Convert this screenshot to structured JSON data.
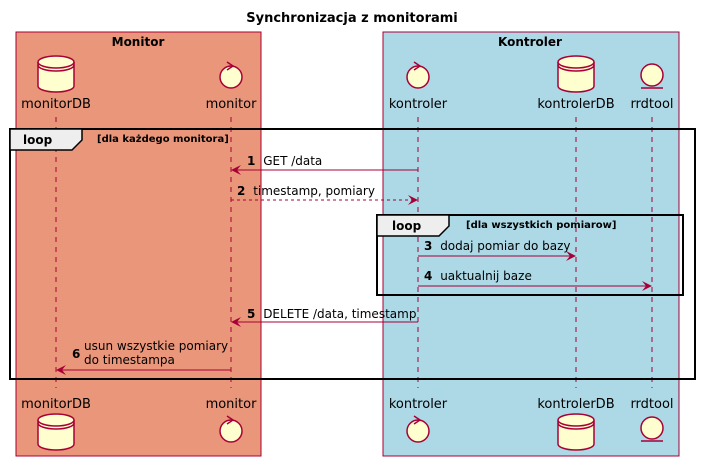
{
  "title": "Synchronizacja z monitorami",
  "colors": {
    "monitor_box": "#E9967A",
    "kontroler_box": "#ADD8E6",
    "actor_fill": "#FEFECE",
    "arrow": "#A80036",
    "border": "#A80036",
    "frame": "#000000",
    "frame_label_bg": "#EEEEEE"
  },
  "boxes": {
    "monitor": "Monitor",
    "kontroler": "Kontroler"
  },
  "participants": {
    "monitorDB": {
      "label": "monitorDB",
      "shape": "database-icon"
    },
    "monitor": {
      "label": "monitor",
      "shape": "control-icon"
    },
    "kontroler": {
      "label": "kontroler",
      "shape": "control-icon"
    },
    "kontrolerDB": {
      "label": "kontrolerDB",
      "shape": "database-icon"
    },
    "rrdtool": {
      "label": "rrdtool",
      "shape": "entity-icon"
    }
  },
  "loops": {
    "outer": {
      "keyword": "loop",
      "condition": "[dla każdego monitora]"
    },
    "inner": {
      "keyword": "loop",
      "condition": "[dla wszystkich pomiarow]"
    }
  },
  "messages": [
    {
      "num": "1",
      "text": "GET /data",
      "from": "kontroler",
      "to": "monitor",
      "style": "solid"
    },
    {
      "num": "2",
      "text": "timestamp, pomiary",
      "from": "monitor",
      "to": "kontroler",
      "style": "dashed"
    },
    {
      "num": "3",
      "text": "dodaj pomiar do bazy",
      "from": "kontroler",
      "to": "kontrolerDB",
      "style": "solid"
    },
    {
      "num": "4",
      "text": "uaktualnij baze",
      "from": "kontroler",
      "to": "rrdtool",
      "style": "solid"
    },
    {
      "num": "5",
      "text": "DELETE /data, timestamp",
      "from": "kontroler",
      "to": "monitor",
      "style": "solid"
    },
    {
      "num": "6",
      "text_line1": "usun wszystkie pomiary",
      "text_line2": "do timestampa",
      "from": "monitor",
      "to": "monitorDB",
      "style": "solid"
    }
  ]
}
